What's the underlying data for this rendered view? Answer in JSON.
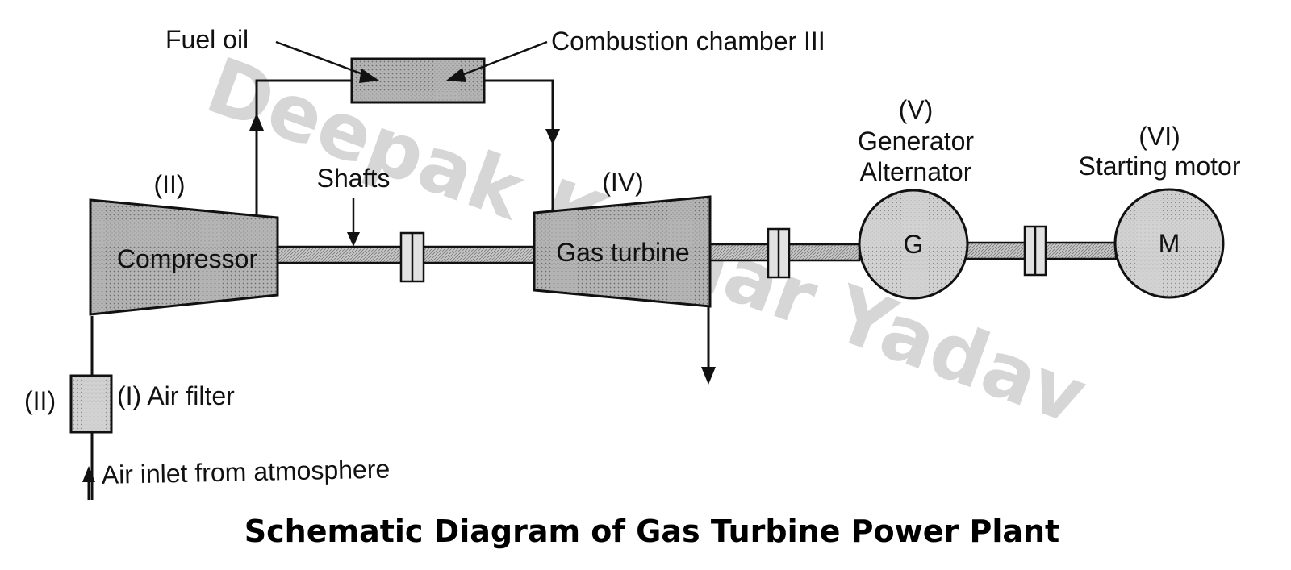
{
  "watermark": "Deepak Kumar Yadav",
  "labels": {
    "fuel_oil": "Fuel oil",
    "combustion_chamber": "Combustion chamber III",
    "compressor_num": "(II)",
    "compressor": "Compressor",
    "shafts": "Shafts",
    "turbine_num": "(IV)",
    "gas_turbine": "Gas turbine",
    "generator_num": "(V)",
    "generator_line1": "Generator",
    "generator_line2": "Alternator",
    "generator_symbol": "G",
    "motor_num": "(VI)",
    "starting_motor": "Starting motor",
    "motor_symbol": "M",
    "filter_left_num": "(II)",
    "air_filter": "(I) Air filter",
    "air_inlet": "Air inlet from atmosphere"
  },
  "title": "Schematic Diagram of Gas Turbine Power Plant",
  "colors": {
    "line": "#111111",
    "component_fill": "#b8b8b8",
    "shaft_fill": "#c4c4c4",
    "circle_fill": "#d4d4d4",
    "watermark": "#d6d6d6"
  }
}
